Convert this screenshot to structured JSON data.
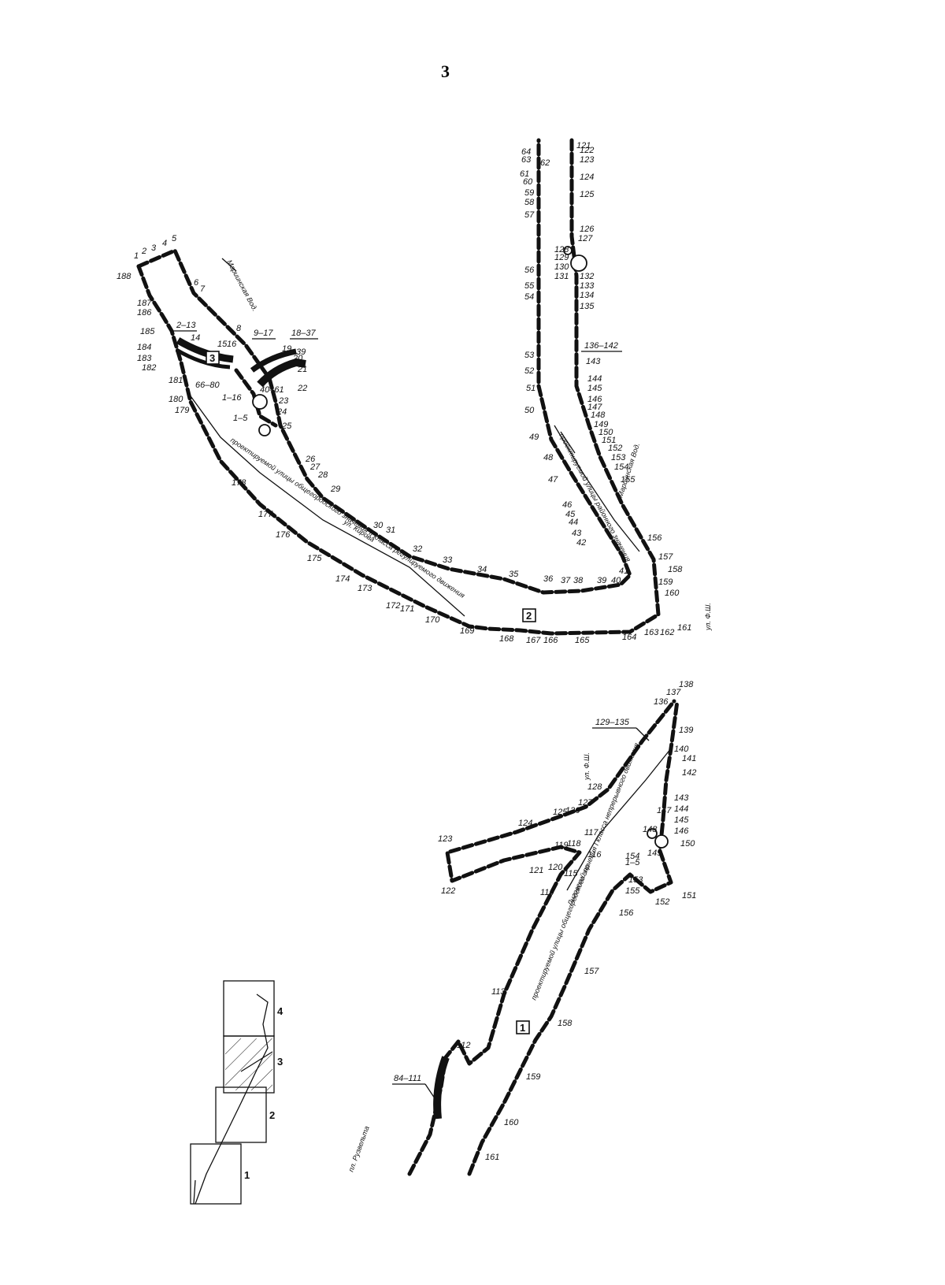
{
  "page_number": "3",
  "upper_sheet": {
    "zone_labels": [
      "2",
      "3"
    ],
    "street_labels": [
      "Мариинская Вод.",
      "Мариинская Вод.",
      "ул. Кирова",
      "проектируемой улицы районного значения",
      "проектируемой улицы общегородского значения II класса регулируемого движения"
    ],
    "range_labels": [
      "2–13",
      "9–17",
      "18–37",
      "40–61",
      "66–80",
      "1–5",
      "1–16",
      "136–142"
    ]
  },
  "lower_sheet": {
    "zone_labels": [
      "1"
    ],
    "street_labels": [
      "Лиговский пр.",
      "проектируемой улицы общегородского значения I класса непрерывного движения",
      "ул. Ф.Ш.",
      "ул. Ф.Ш.",
      "пл. Рузвельта"
    ],
    "range_labels": [
      "129–135",
      "84–111",
      "1–5"
    ]
  },
  "key_map": {
    "sheet_numbers": [
      "1",
      "2",
      "3",
      "4"
    ],
    "highlighted_sheet": "3"
  },
  "colors": {
    "ink": "#111111",
    "paper": "#ffffff"
  }
}
